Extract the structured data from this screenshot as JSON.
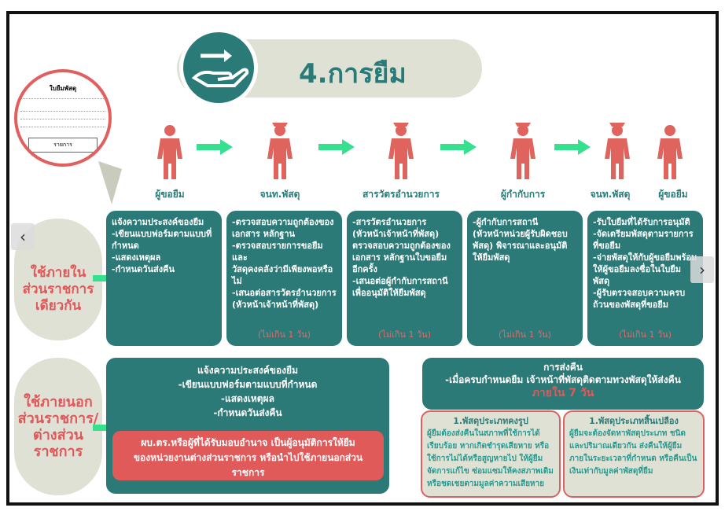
{
  "title": "4.การยืม",
  "form": {
    "title": "ใบยืมพัสดุ",
    "table_header": "รายการ"
  },
  "steps": [
    {
      "role": "ผู้ขอยืม"
    },
    {
      "role": "จนท.พัสดุ"
    },
    {
      "role": "สารวัตรอำนวยการ"
    },
    {
      "role": "ผู้กำกับการ"
    },
    {
      "role": "จนท.พัสดุ"
    },
    {
      "role": "ผู้ขอยืม"
    }
  ],
  "internal": {
    "label": [
      "ใช้ภายใน",
      "ส่วนราชการ",
      "เดียวกัน"
    ],
    "boxes": [
      {
        "lines": [
          "แจ้งความประสงค์ของยืม",
          "-เขียนแบบฟอร์มตามแบบที่",
          "กำหนด",
          "-แสดงเหตุผล",
          "-กำหนดวันส่งคืน"
        ],
        "note": ""
      },
      {
        "lines": [
          "-ตรวจสอบความถูกต้องของ",
          "เอกสาร หลักฐาน",
          "-ตรวจสอบรายการขอยืมและ",
          "วัสดุคงคลังว่ามีเพียงพอหรือ",
          "ไม่",
          "-เสนอต่อสารวัตรอำนวยการ",
          "(หัวหน้าเจ้าหน้าที่พัสดุ)"
        ],
        "note": "(ไม่เกิน 1 วัน)"
      },
      {
        "lines": [
          "-สารวัตรอำนวยการ",
          "(หัวหน้าเจ้าหน้าที่พัสดุ)",
          "ตรวจสอบความถูกต้องของ",
          "เอกสาร หลักฐานใบขอยืม",
          "อีกครั้ง",
          "-เสนอต่อผู้กำกับการสถานี",
          "เพื่ออนุมัติให้ยืมพัสดุ"
        ],
        "note": "(ไม่เกิน 1 วัน)"
      },
      {
        "lines": [
          "-ผู้กำกับการสถานี",
          "(หัวหน้าหน่วยผู้รับผิดชอบ",
          "พัสดุ) พิจารณาและอนุมัติ",
          "ให้ยืมพัสดุ"
        ],
        "note": "(ไม่เกิน 1 วัน)"
      },
      {
        "lines": [
          "-รับใบยืมที่ได้รับการอนุมัติ",
          "-จัดเตรียมพัสดุตามรายการ",
          "ที่ขอยืม",
          "-จ่ายพัสดุให้กับผู้ขอยืมพร้อม",
          "ให้ผู้ขอยืมลงชื่อในใบยืมพัสดุ",
          "-ผู้รับตรวจสอบความครบ",
          "ถ้วนของพัสดุที่ขอยืม"
        ],
        "note": "(ไม่เกิน 1 วัน)"
      }
    ]
  },
  "external": {
    "label": [
      "ใช้ภายนอก",
      "ส่วนราชการ/",
      "ต่างส่วน",
      "ราชการ"
    ],
    "lines": [
      "แจ้งความประสงค์ของยืม",
      "-เขียนแบบฟอร์มตามแบบที่กำหนด",
      "-แสดงเหตุผล",
      "-กำหนดวันส่งคืน"
    ],
    "approval": [
      "ผบ.ตร.หรือผู้ที่ได้รับมอบอำนาจ  เป็นผู้อนุมัติการให้ยืม",
      "ของหน่วยงานต่างส่วนราชการ หรือนำไปใช้ภายนอกส่วนราชการ"
    ]
  },
  "return": {
    "title": "การส่งคืน",
    "line": "-เมื่อครบกำหนดยืม  เจ้าหน้าที่พัสดุติดตามทวงพัสดุให้ส่งคืน",
    "deadline": "ภายใน 7 วัน",
    "durable": {
      "heading": "1.พัสดุประเภทคงรูป",
      "text": "ผู้ยืมต้องส่งคืนในสภาพที่ใช้การได้เรียบร้อย หากเกิดชำรุดเสียหาย หรือใช้การไม่ได้หรือสูญหายไป ให้ผู้ยืมจัดการแก้ไข ซ่อมแซมให้คงสภาพเดิม  หรือชดเชยตามมูลค่าความเสียหาย"
    },
    "consumable": {
      "heading": "1.พัสดุประเภทสิ้นเปลือง",
      "text": "ผู้ยืมจะต้องจัดหาพัสดุประเภท ชนิด และปริมาณเดียวกัน ส่งคืนให้ผู้ยืมภายในระยะเวลาที่กำหนด หรือคืนเป็นเงินเท่ากับมูลค่าพัสดุที่ยืม"
    }
  },
  "nav": {
    "prev": "‹",
    "next": "›"
  },
  "colors": {
    "teal": "#2b7a78",
    "red": "#e0645e",
    "green": "#35e08f",
    "gray": "#dfe1d5"
  }
}
